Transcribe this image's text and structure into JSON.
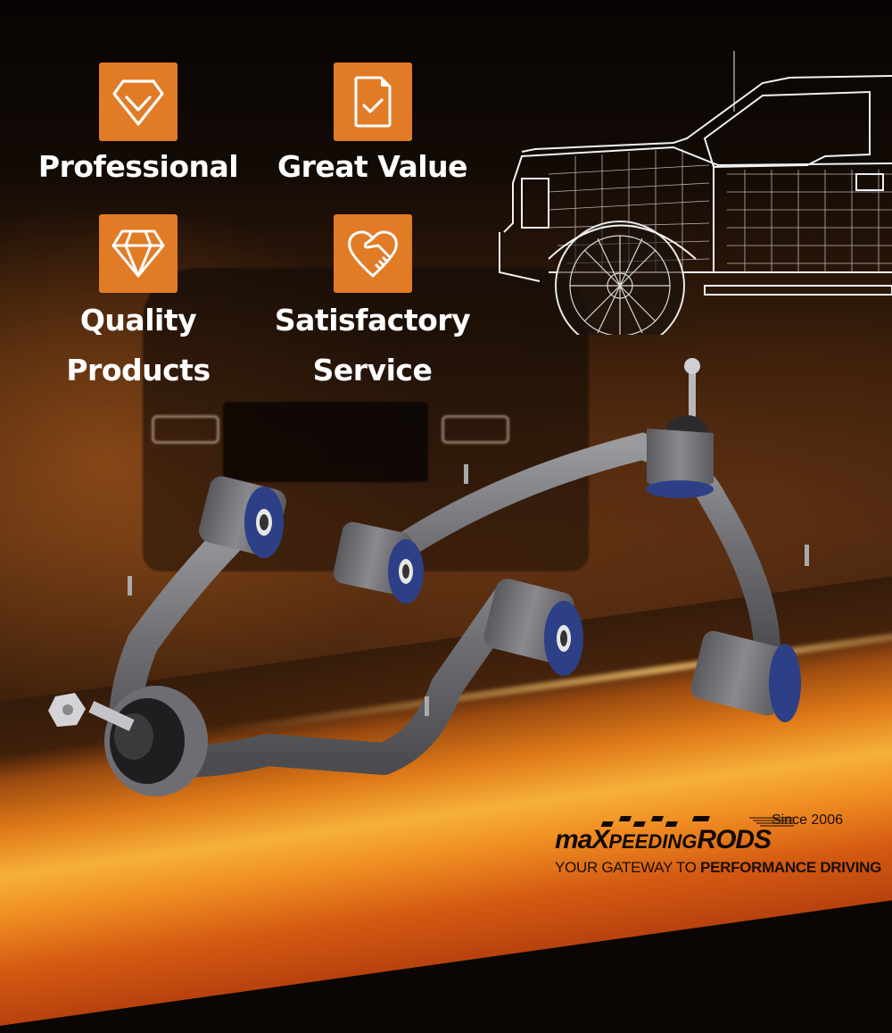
{
  "features": [
    {
      "icon": "diamond-check-icon",
      "label": "Professional"
    },
    {
      "icon": "document-check-icon",
      "label": "Great Value"
    },
    {
      "icon": "gem-icon",
      "label_lines": [
        "Quality",
        "Products"
      ]
    },
    {
      "icon": "heart-handshake-icon",
      "label_lines": [
        "Satisfactory",
        "Service"
      ]
    }
  ],
  "logo": {
    "brand_prefix": "maX",
    "brand_middle": "PEEDING",
    "brand_suffix": "RODS",
    "since": "Since 2006",
    "tagline_light": "YOUR GATEWAY TO ",
    "tagline_bold": "PERFORMANCE DRIVING"
  },
  "colors": {
    "accent_orange": "#e27b25",
    "background_dark": "#0b0603",
    "text_white": "#ffffff",
    "bushing_blue": "#2d3f86",
    "arm_gray": "#6e6e72"
  },
  "product": {
    "name": "upper control arms",
    "count": 2
  }
}
